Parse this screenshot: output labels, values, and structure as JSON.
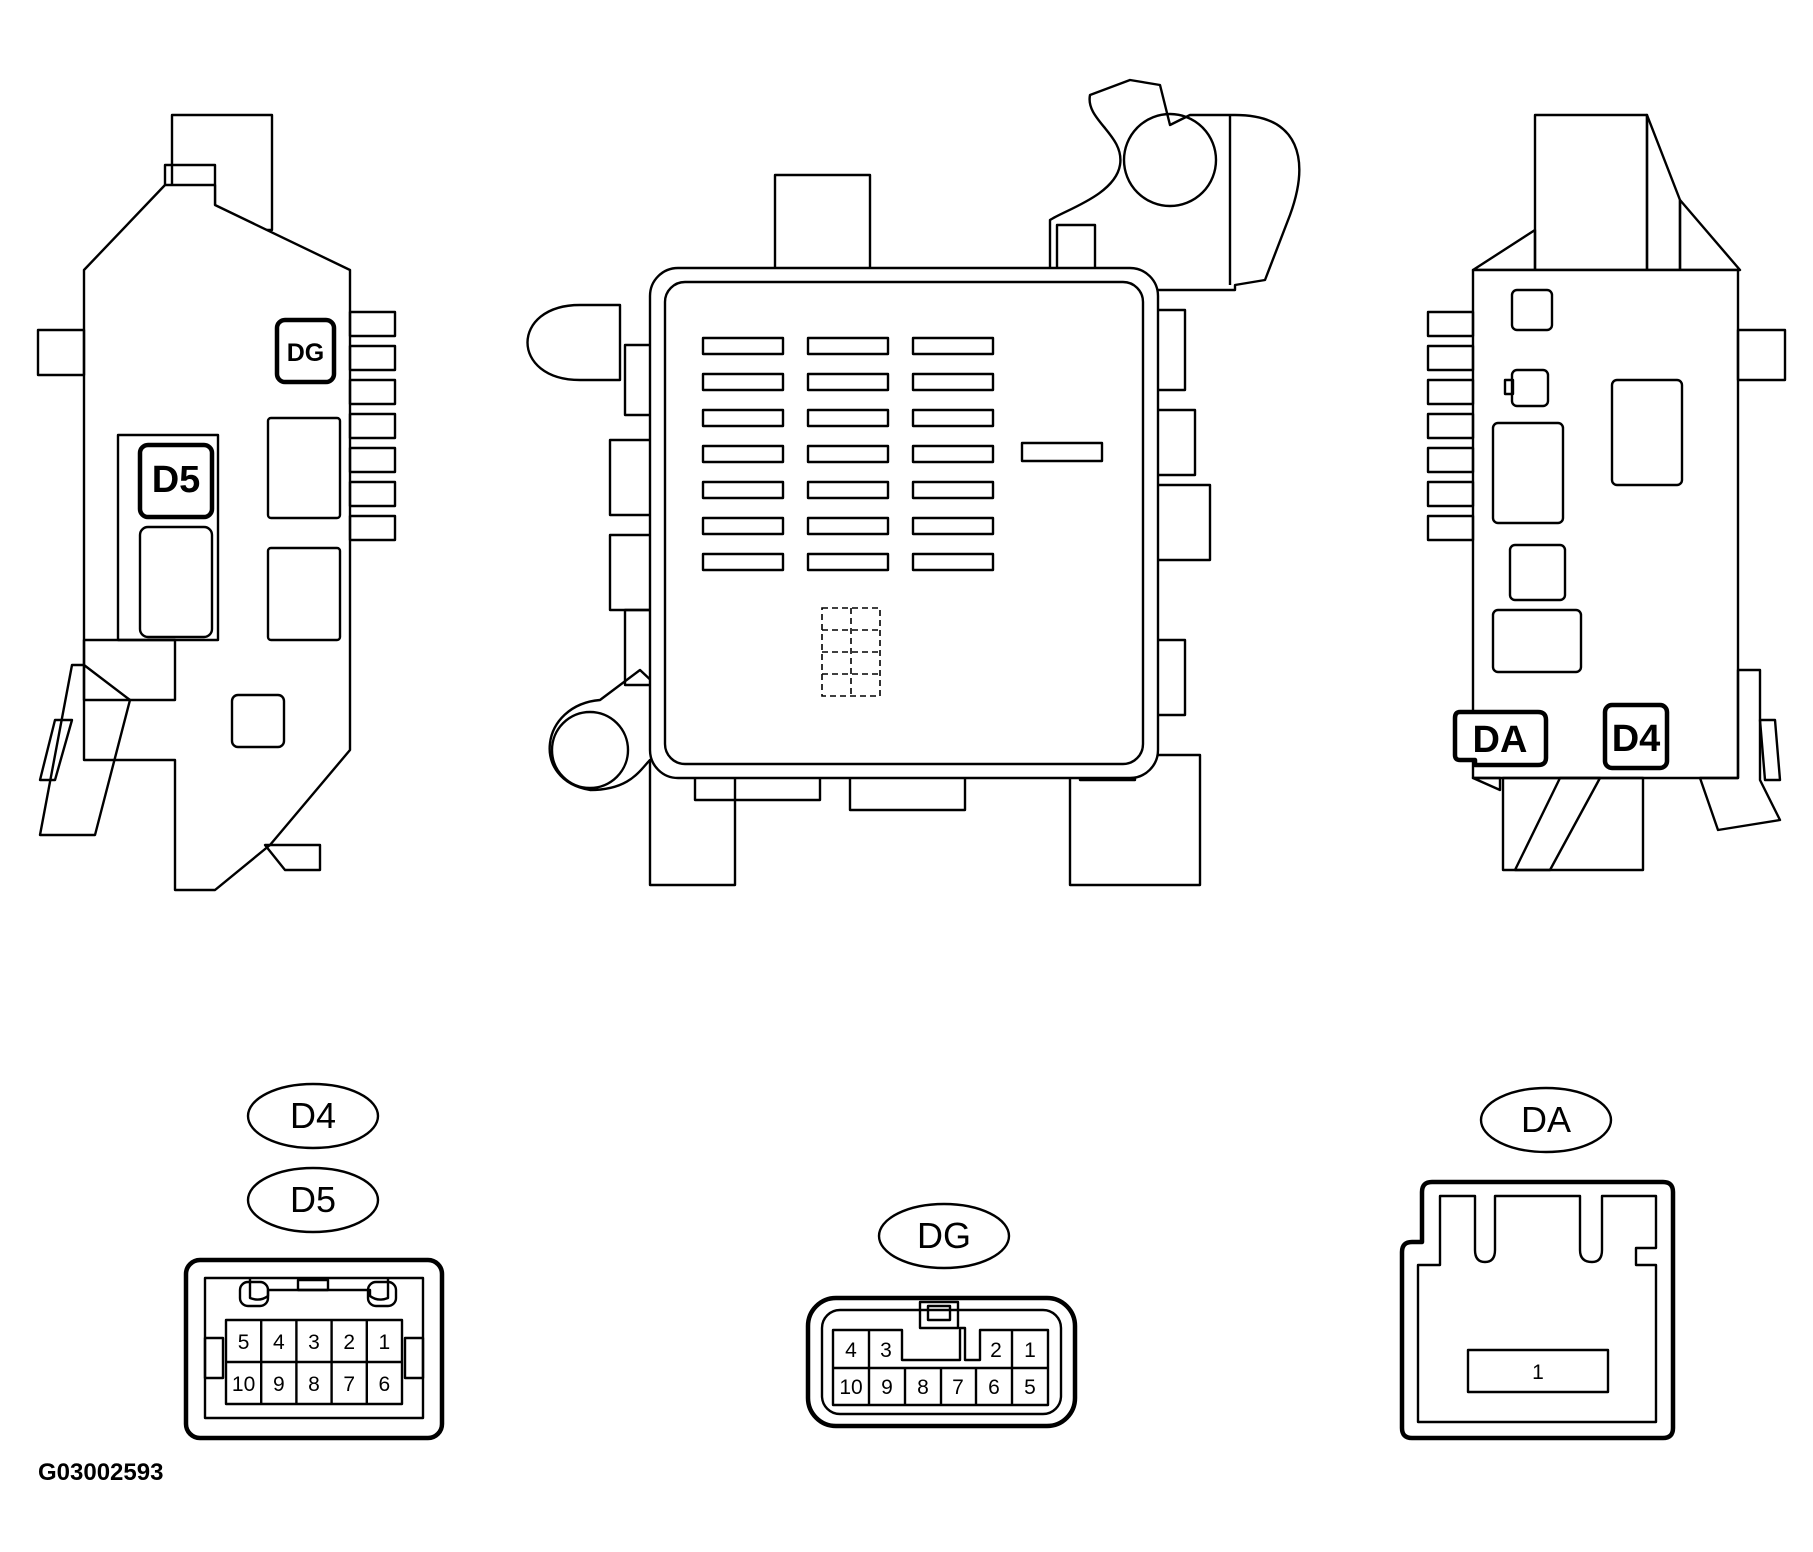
{
  "body_labels": {
    "left": {
      "dg": "DG",
      "d5": "D5"
    },
    "right": {
      "da": "DA",
      "d4": "D4"
    }
  },
  "connector_d4_d5": {
    "tags": [
      "D4",
      "D5"
    ],
    "pins_top": [
      "5",
      "4",
      "3",
      "2",
      "1"
    ],
    "pins_bottom": [
      "10",
      "9",
      "8",
      "7",
      "6"
    ]
  },
  "connector_dg": {
    "tag": "DG",
    "pins_top_left": [
      "4",
      "3"
    ],
    "pins_top_right": [
      "2",
      "1"
    ],
    "pins_bottom": [
      "10",
      "9",
      "8",
      "7",
      "6",
      "5"
    ]
  },
  "connector_da": {
    "tag": "DA",
    "pins": [
      "1"
    ]
  },
  "figure_code": "G03002593"
}
